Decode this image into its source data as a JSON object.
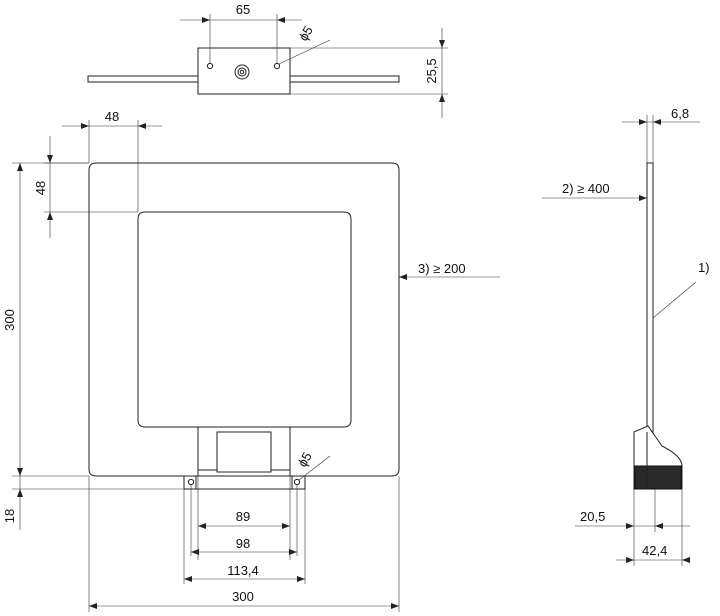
{
  "dimensions": {
    "top_width": "65",
    "top_hole": "ϕ5",
    "top_height": "25,5",
    "frame_border_h": "48",
    "frame_border_v": "48",
    "frame_height": "300",
    "base_height": "18",
    "w1": "89",
    "w2": "98",
    "w3": "113,4",
    "frame_width": "300",
    "bottom_hole": "ϕ5",
    "side_thickness": "6,8",
    "side_base_1": "20,5",
    "side_base_2": "42,4"
  },
  "notes": {
    "clearance_2": "2)  ≥  400",
    "clearance_3": "3)  ≥  200",
    "callout_1": "1)"
  }
}
